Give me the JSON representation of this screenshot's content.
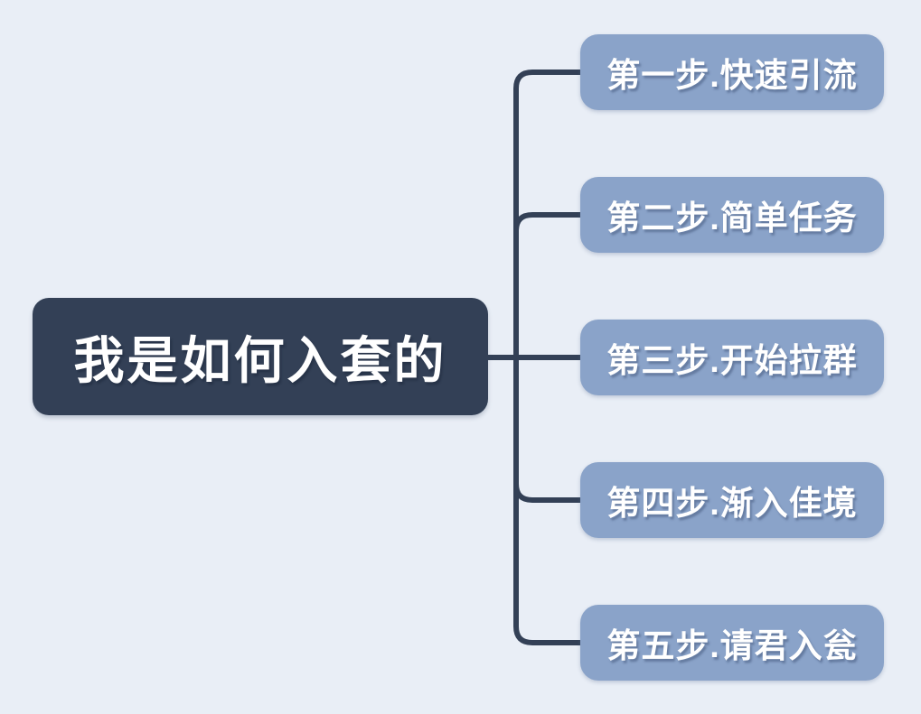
{
  "canvas": {
    "background_color": "#e9eef6"
  },
  "colors": {
    "central_fill": "#334056",
    "branch_fill": "#8aa3c9",
    "connector": "#334056",
    "text": "#ffffff"
  },
  "central": {
    "label": "我是如何入套的"
  },
  "branches": [
    {
      "label": "第一步.快速引流"
    },
    {
      "label": "第二步.简单任务"
    },
    {
      "label": "第三步.开始拉群"
    },
    {
      "label": "第四步.渐入佳境"
    },
    {
      "label": "第五步.请君入瓮"
    }
  ]
}
